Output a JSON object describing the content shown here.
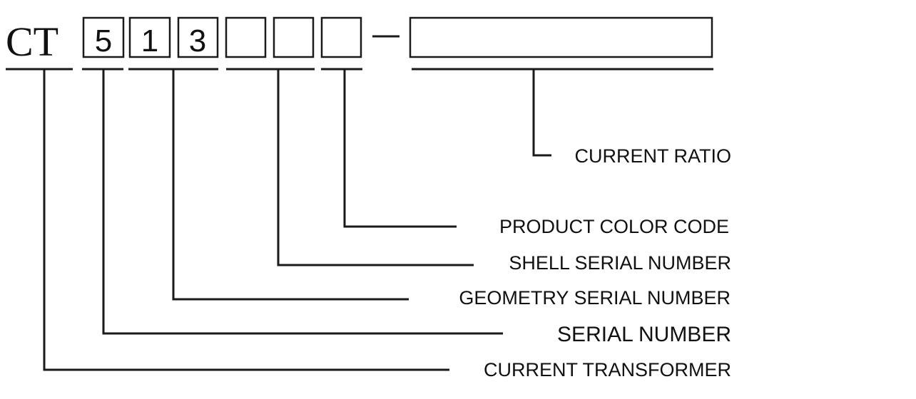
{
  "prefix": "CT",
  "code_digits": [
    "5",
    "1",
    "3",
    "",
    "",
    ""
  ],
  "separator": "-",
  "labels": {
    "current_ratio": "CURRENT RATIO",
    "product_color_code": "PRODUCT COLOR CODE",
    "shell_serial_number": "SHELL SERIAL NUMBER",
    "geometry_serial_number": "GEOMETRY SERIAL NUMBER",
    "serial_number": "SERIAL NUMBER",
    "current_transformer": "CURRENT TRANSFORMER"
  }
}
